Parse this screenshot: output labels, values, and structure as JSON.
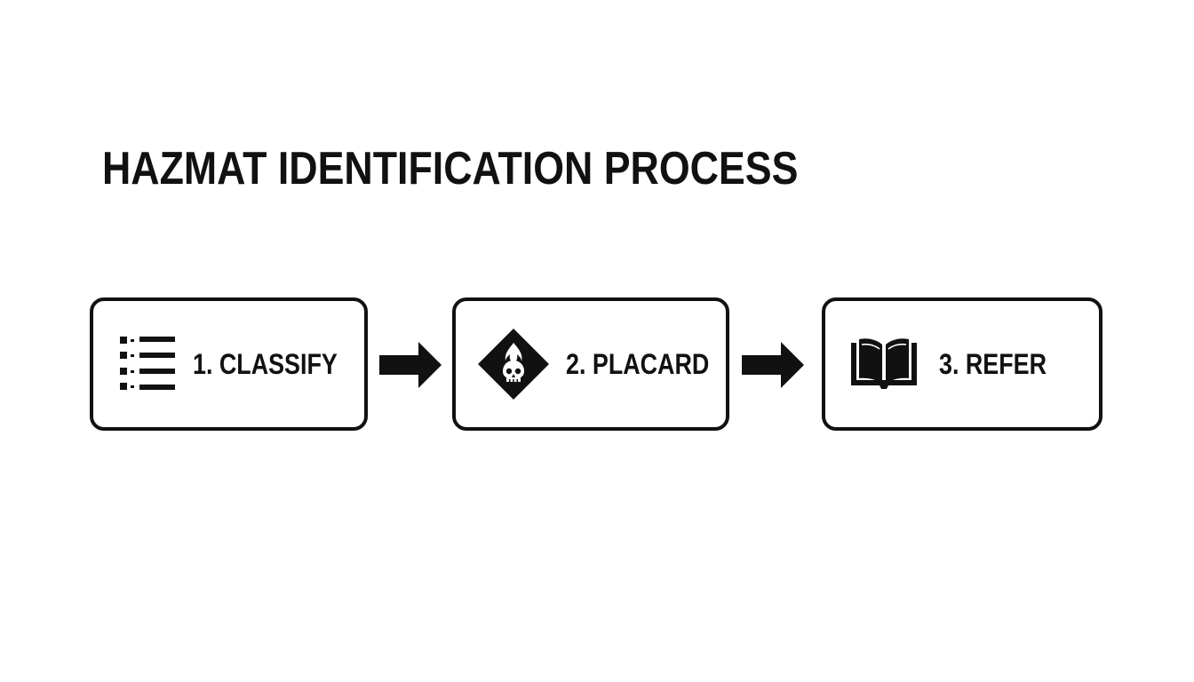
{
  "title": "HAZMAT IDENTIFICATION PROCESS",
  "steps": [
    {
      "label": "1. CLASSIFY",
      "icon": "list-icon"
    },
    {
      "label": "2. PLACARD",
      "icon": "hazard-placard-skull-flame-icon"
    },
    {
      "label": "3. REFER",
      "icon": "open-book-icon"
    }
  ],
  "connectors": [
    "arrow-right-icon",
    "arrow-right-icon"
  ],
  "colors": {
    "ink": "#111111",
    "background": "#ffffff"
  }
}
